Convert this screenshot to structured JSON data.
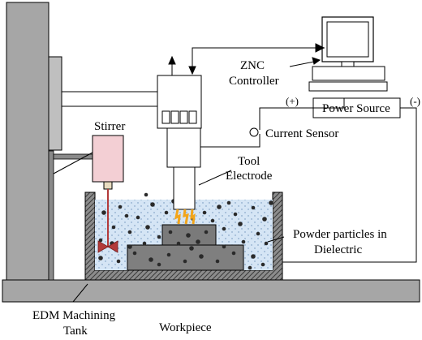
{
  "labels": {
    "znc_line1": "ZNC",
    "znc_line2": "Controller",
    "power_source": "Power Source",
    "plus": "(+)",
    "minus": "(-)",
    "current_sensor": "Current Sensor",
    "stirrer": "Stirrer",
    "tool_line1": "Tool",
    "tool_line2": "Electrode",
    "powder_line1": "Powder particles in",
    "powder_line2": "Dielectric",
    "tank_line1": "EDM Machining",
    "tank_line2": "Tank",
    "workpiece": "Workpiece"
  },
  "colors": {
    "frame_gray": "#a6a6a6",
    "dark_gray": "#7f7f7f",
    "dielectric": "#d5e5f5",
    "stirrer_pink": "#f3cfd4",
    "shaft_red": "#b33a3a",
    "spark": "#f2a51a",
    "particle": "#2a2a2a",
    "outline": "#000000"
  }
}
